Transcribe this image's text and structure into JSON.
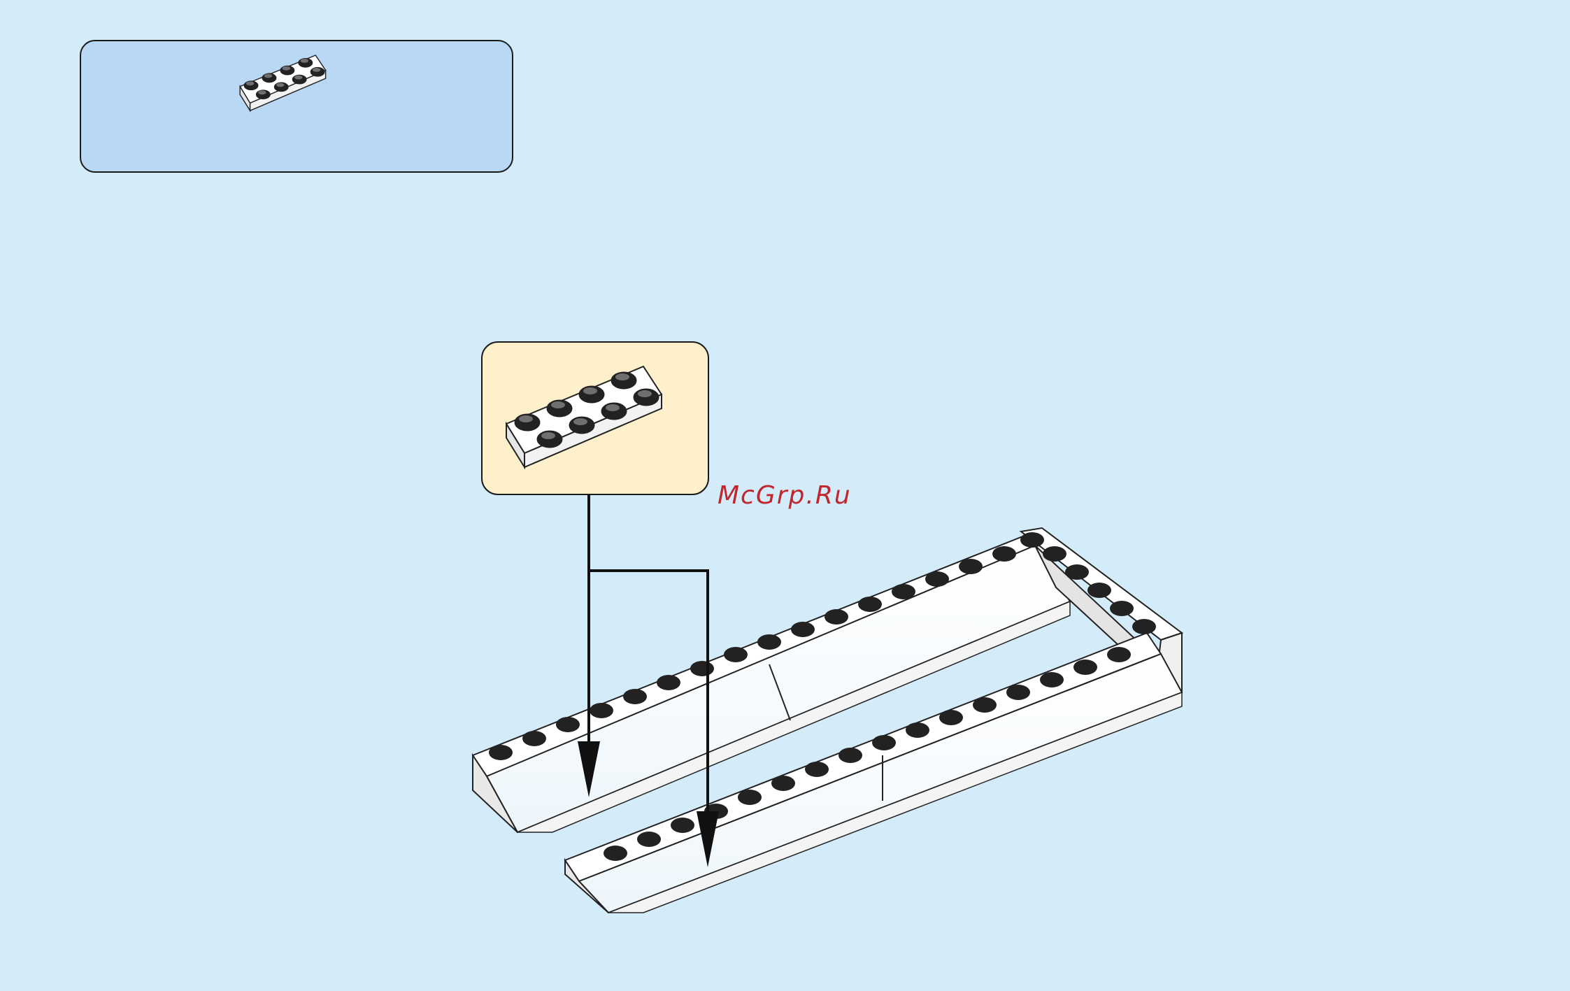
{
  "watermark": {
    "text": "McGrp.Ru",
    "color": "#c0272d"
  },
  "parts_list": {
    "background": "#b8d8f3",
    "items": [
      {
        "part": "plate-2x4",
        "color": "white"
      }
    ]
  },
  "callout": {
    "background": "#fff0cc",
    "part": "plate-2x4",
    "placements": 2
  },
  "icons": [
    "plate-2x4-icon",
    "arrow-down-icon"
  ]
}
